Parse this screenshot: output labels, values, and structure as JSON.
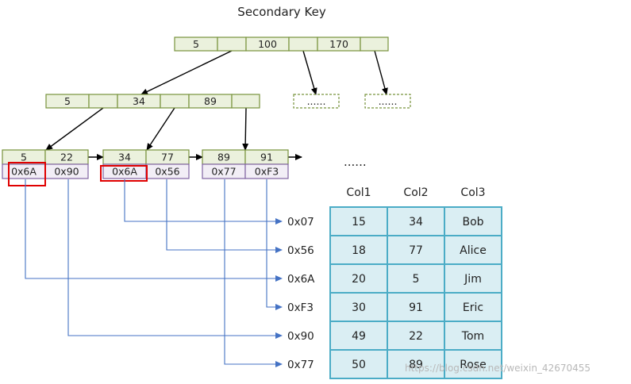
{
  "title": "Secondary Key",
  "root": {
    "keys": [
      "5",
      "100",
      "170"
    ],
    "ellipsis": "......"
  },
  "level2": {
    "keys": [
      "5",
      "34",
      "89"
    ]
  },
  "leaves": [
    {
      "keys": [
        "5",
        "22"
      ],
      "ptrs": [
        "0x6A",
        "0x90"
      ]
    },
    {
      "keys": [
        "34",
        "77"
      ],
      "ptrs": [
        "0x6A",
        "0x56"
      ]
    },
    {
      "keys": [
        "89",
        "91"
      ],
      "ptrs": [
        "0x77",
        "0xF3"
      ]
    }
  ],
  "more": "......",
  "addresses": [
    "0x07",
    "0x56",
    "0x6A",
    "0xF3",
    "0x90",
    "0x77"
  ],
  "table": {
    "headers": [
      "Col1",
      "Col2",
      "Col3"
    ],
    "rows": [
      [
        "15",
        "34",
        "Bob"
      ],
      [
        "18",
        "77",
        "Alice"
      ],
      [
        "20",
        "5",
        "Jim"
      ],
      [
        "30",
        "91",
        "Eric"
      ],
      [
        "49",
        "22",
        "Tom"
      ],
      [
        "50",
        "89",
        "Rose"
      ]
    ]
  },
  "watermark": "https://blog.csdn.net/weixin_42670455",
  "colors": {
    "key_fill": "#ebf1dd",
    "key_border": "#77933c",
    "ptr_fill": "#f2eef6",
    "ptr_border": "#8064a2",
    "table_fill": "#daeef3",
    "table_border": "#4bacc6",
    "line": "#4472c4",
    "highlight": "#e00000"
  }
}
